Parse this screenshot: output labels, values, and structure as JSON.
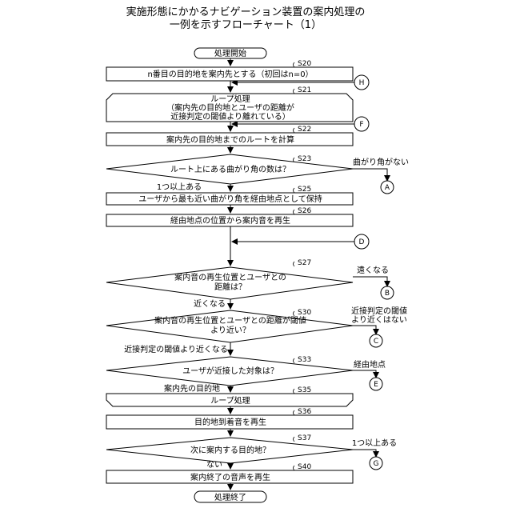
{
  "title": {
    "line1": "実施形態にかかるナビゲーション装置の案内処理の",
    "line2": "一例を示すフローチャート（1）"
  },
  "start": "処理開始",
  "end": "処理終了",
  "steps": {
    "s20": {
      "id": "S20",
      "text": "n番目の目的地を案内先とする（初回はn=0）"
    },
    "s21": {
      "id": "S21",
      "line1": "ループ処理",
      "line2": "（案内先の目的地とユーザの距離が",
      "line3": "近接判定の閾値より離れている）"
    },
    "s22": {
      "id": "S22",
      "text": "案内先の目的地までのルートを計算"
    },
    "s23": {
      "id": "S23",
      "text": "ルート上にある曲がり角の数は？",
      "no": "曲がり角がない",
      "yes": "1つ以上ある"
    },
    "s25": {
      "id": "S25",
      "text": "ユーザから最も近い曲がり角を経由地点として保持"
    },
    "s26": {
      "id": "S26",
      "text": "経由地点の位置から案内音を再生"
    },
    "s27": {
      "id": "S27",
      "line1": "案内音の再生位置とユーザとの",
      "line2": "距離は？",
      "far": "遠くなる",
      "near": "近くなる"
    },
    "s30": {
      "id": "S30",
      "line1": "案内音の再生位置とユーザとの距離が閾値",
      "line2": "より近い？",
      "no1": "近接判定の閾値",
      "no2": "より近くはない",
      "yes": "近接判定の閾値より近くなる"
    },
    "s33": {
      "id": "S33",
      "text": "ユーザが近接した対象は？",
      "waypoint": "経由地点",
      "dest": "案内先の目的地"
    },
    "s35": {
      "id": "S35",
      "text": "ループ処理"
    },
    "s36": {
      "id": "S36",
      "text": "目的地到着音を再生"
    },
    "s37": {
      "id": "S37",
      "text": "次に案内する目的地？",
      "more": "1つ以上ある",
      "none": "ない"
    },
    "s40": {
      "id": "S40",
      "text": "案内終了の音声を再生"
    }
  },
  "connectors": {
    "a": "A",
    "b": "B",
    "c": "C",
    "d": "D",
    "e": "E",
    "f": "F",
    "g": "G",
    "h": "H"
  }
}
